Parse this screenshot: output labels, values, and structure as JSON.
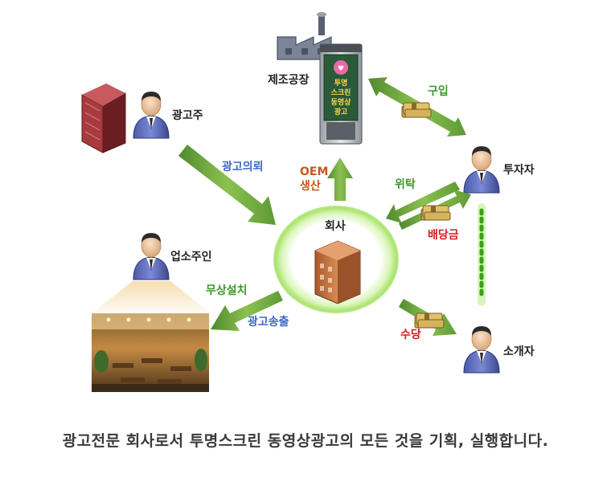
{
  "nodes": {
    "factory": "제조공장",
    "advertiser": "광고주",
    "investor": "투자자",
    "company": "회사",
    "store_owner": "업소주인",
    "referrer": "소개자"
  },
  "screen_text": [
    "투명",
    "스크린",
    "동영상",
    "광고"
  ],
  "flows": {
    "ad_request": "광고의뢰",
    "oem_line1": "OEM",
    "oem_line2": "생산",
    "purchase": "구입",
    "consign": "위탁",
    "dividend": "배당금",
    "free_install": "무상설치",
    "ad_broadcast": "광고송출",
    "commission": "수당"
  },
  "caption": "광고전문 회사로서 투명스크린 동영상광고의 모든 것을 기획, 실행합니다.",
  "colors": {
    "arrow_green": "#6fa83c",
    "label_blue": "#3d66c8",
    "label_green": "#3a9a2a",
    "label_red": "#d21e1e",
    "label_orange": "#c8551e"
  }
}
